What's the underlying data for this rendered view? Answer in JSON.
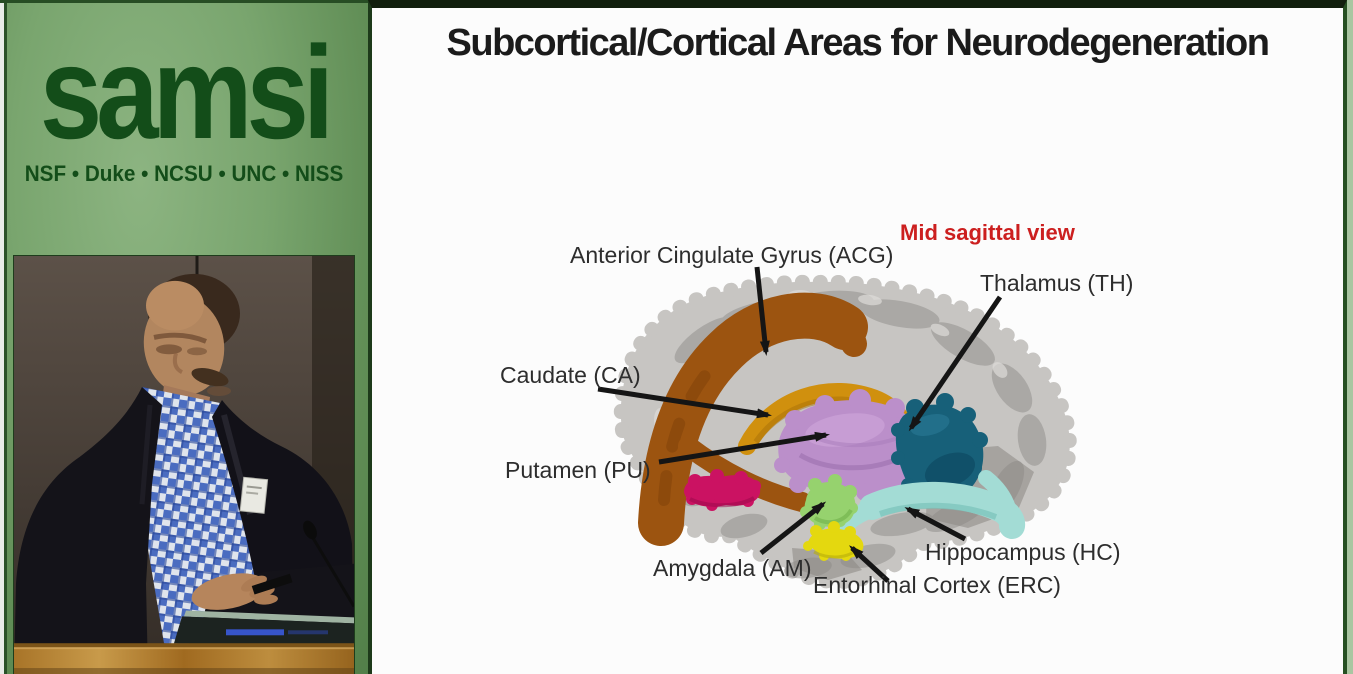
{
  "left_panel": {
    "logo_text": "samsi",
    "logo_subtitle": "NSF • Duke • NCSU • UNC • NISS",
    "logo_color": "#134d19",
    "panel_color": "#79a56e"
  },
  "video_feed": {
    "scene_colors": {
      "wall": "#4d443b",
      "podium_wood": "#b5823a",
      "jacket": "#17161b",
      "shirt_blue": "#4a6cc0"
    }
  },
  "slide": {
    "title": "Subcortical/Cortical Areas for Neurodegeneration",
    "view_label": "Mid sagittal view",
    "view_label_color": "#cc1f1f",
    "regions": [
      {
        "id": "acg",
        "label": "Anterior Cingulate Gyrus (ACG)",
        "color": "#9c5410"
      },
      {
        "id": "th",
        "label": "Thalamus (TH)",
        "color": "#176079"
      },
      {
        "id": "ca",
        "label": "Caudate (CA)",
        "color": "#d0900e"
      },
      {
        "id": "pu",
        "label": "Putamen (PU)",
        "color": "#bb8fca"
      },
      {
        "id": "am",
        "label": "Amygdala (AM)",
        "color": "#96d26e"
      },
      {
        "id": "erc",
        "label": "Entorhinal Cortex (ERC)",
        "color": "#e4d80f"
      },
      {
        "id": "hc",
        "label": "Hippocampus (HC)",
        "color": "#a3dcd5"
      }
    ]
  }
}
